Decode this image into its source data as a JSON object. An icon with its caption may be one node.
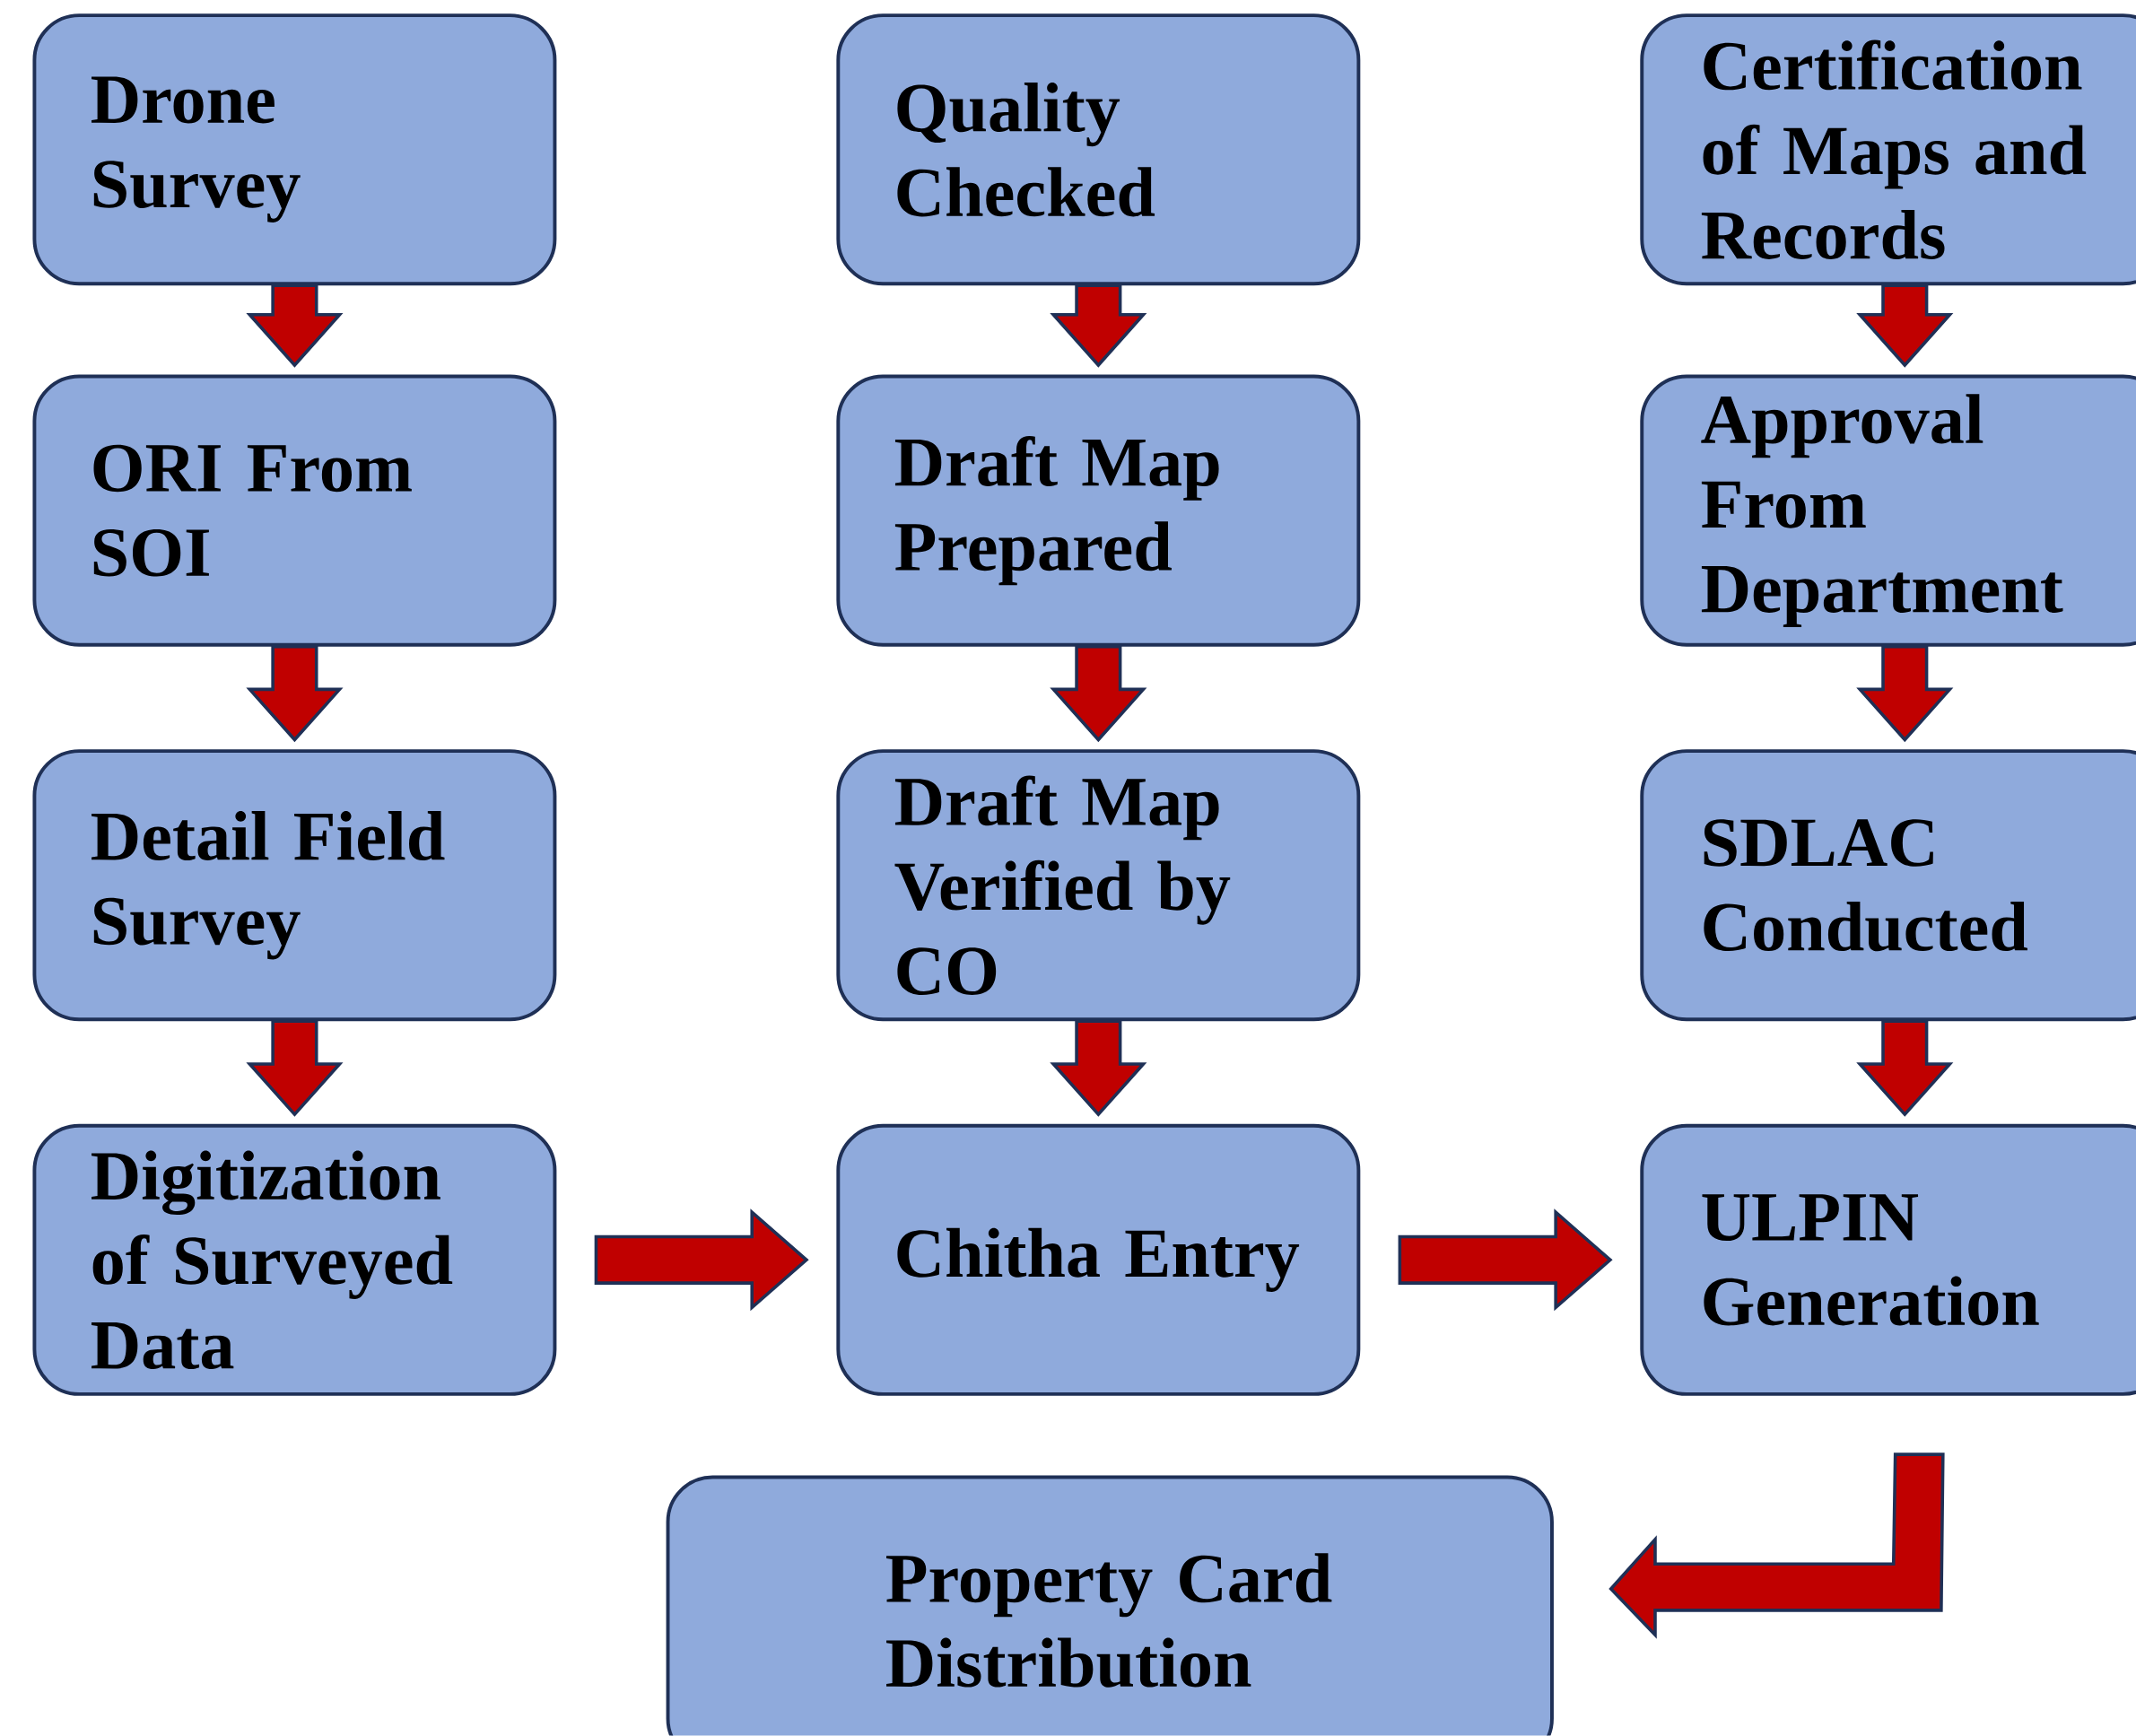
{
  "diagram": {
    "nodes": [
      {
        "text": [
          "Drone Survey"
        ]
      },
      {
        "text": [
          "ORI From SOI"
        ]
      },
      {
        "text": [
          "Detail Field Survey"
        ]
      },
      {
        "text": [
          "Digitization of Surveyed Data"
        ]
      },
      {
        "text": [
          "Quality Checked"
        ]
      },
      {
        "text": [
          "Draft Map Prepared"
        ]
      },
      {
        "text": [
          "Draft Map Verified by CO"
        ]
      },
      {
        "text": [
          "Chitha Entry"
        ]
      },
      {
        "text": [
          "Certification of Maps and Records"
        ]
      },
      {
        "text": [
          "Approval From Department"
        ]
      },
      {
        "text": [
          "SDLAC Conducted"
        ]
      },
      {
        "text": [
          "ULPIN Generation"
        ]
      },
      {
        "text": [
          "Property Card Distribution"
        ]
      }
    ],
    "edges": [
      {
        "from": 0,
        "to": 1,
        "arrow": "to"
      },
      {
        "from": 1,
        "to": 2,
        "arrow": "to"
      },
      {
        "from": 2,
        "to": 3,
        "arrow": "to"
      },
      {
        "from": 3,
        "to": 7,
        "arrow": "to"
      },
      {
        "from": 4,
        "to": 5,
        "arrow": "to"
      },
      {
        "from": 5,
        "to": 6,
        "arrow": "to"
      },
      {
        "from": 6,
        "to": 7,
        "arrow": "to"
      },
      {
        "from": 7,
        "to": 11,
        "arrow": "to"
      },
      {
        "from": 8,
        "to": 9,
        "arrow": "to"
      },
      {
        "from": 9,
        "to": 10,
        "arrow": "to"
      },
      {
        "from": 10,
        "to": 11,
        "arrow": "to"
      },
      {
        "from": 11,
        "to": 12,
        "arrow": "to"
      }
    ]
  }
}
